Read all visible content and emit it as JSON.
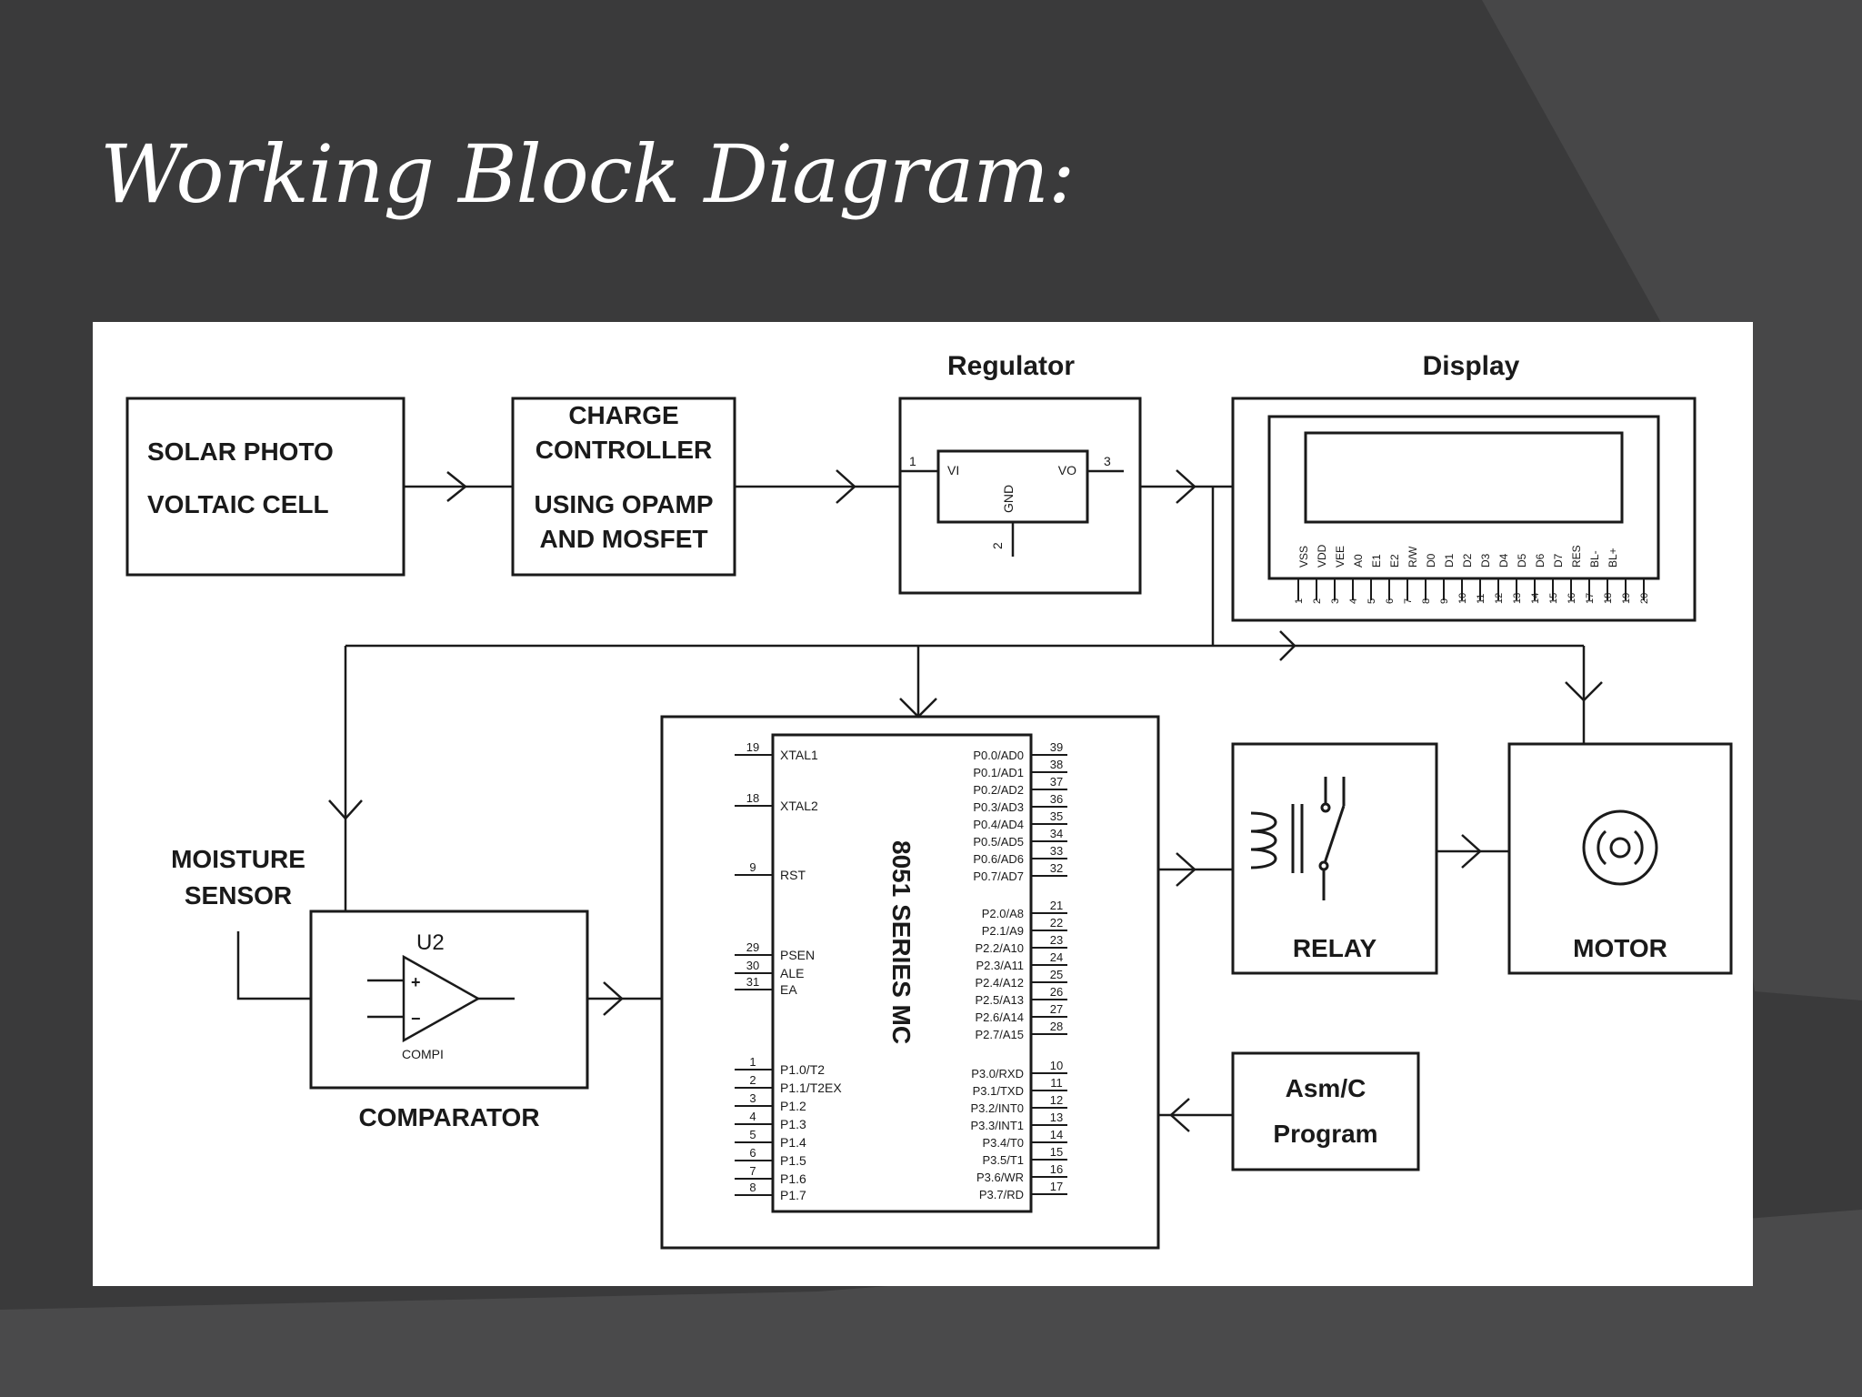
{
  "slide": {
    "title": "Working Block Diagram:",
    "colors": {
      "background": "#3a3a3b",
      "band": "#4a4a4b",
      "panel": "#ffffff",
      "ink": "#1a1a1a",
      "title": "#ffffff"
    }
  },
  "blocks": {
    "solar": {
      "line1": "SOLAR PHOTO",
      "line2": "VOLTAIC CELL"
    },
    "charge": {
      "line1": "CHARGE",
      "line2": "CONTROLLER",
      "line3": "USING OPAMP",
      "line4": "AND MOSFET"
    },
    "regulator": {
      "label": "Regulator",
      "vi": "VI",
      "vo": "VO",
      "gnd": "GND",
      "pin_in": "1",
      "pin_out": "3",
      "pin_gnd": "2"
    },
    "display": {
      "label": "Display",
      "pins": [
        "VSS",
        "VDD",
        "VEE",
        "A0",
        "E1",
        "E2",
        "R/W",
        "D0",
        "D1",
        "D2",
        "D3",
        "D4",
        "D5",
        "D6",
        "D7",
        "RES",
        "BL-",
        "BL+"
      ],
      "pin_numbers": [
        "1",
        "2",
        "3",
        "4",
        "5",
        "6",
        "7",
        "8",
        "9",
        "10",
        "11",
        "12",
        "13",
        "14",
        "15",
        "16",
        "17",
        "18",
        "19",
        "20"
      ]
    },
    "moisture": {
      "line1": "MOISTURE",
      "line2": "SENSOR"
    },
    "comparator": {
      "label": "COMPARATOR",
      "ref": "U2",
      "part": "COMPI",
      "plus": "+",
      "minus": "−"
    },
    "mcu": {
      "label": "8051 SERIES MC",
      "left_pins": [
        {
          "num": "19",
          "name": "XTAL1"
        },
        {
          "num": "18",
          "name": "XTAL2"
        },
        {
          "num": "9",
          "name": "RST"
        },
        {
          "num": "29",
          "name": "PSEN"
        },
        {
          "num": "30",
          "name": "ALE"
        },
        {
          "num": "31",
          "name": "EA"
        },
        {
          "num": "1",
          "name": "P1.0/T2"
        },
        {
          "num": "2",
          "name": "P1.1/T2EX"
        },
        {
          "num": "3",
          "name": "P1.2"
        },
        {
          "num": "4",
          "name": "P1.3"
        },
        {
          "num": "5",
          "name": "P1.4"
        },
        {
          "num": "6",
          "name": "P1.5"
        },
        {
          "num": "7",
          "name": "P1.6"
        },
        {
          "num": "8",
          "name": "P1.7"
        }
      ],
      "right_pins": [
        {
          "num": "39",
          "name": "P0.0/AD0"
        },
        {
          "num": "38",
          "name": "P0.1/AD1"
        },
        {
          "num": "37",
          "name": "P0.2/AD2"
        },
        {
          "num": "36",
          "name": "P0.3/AD3"
        },
        {
          "num": "35",
          "name": "P0.4/AD4"
        },
        {
          "num": "34",
          "name": "P0.5/AD5"
        },
        {
          "num": "33",
          "name": "P0.6/AD6"
        },
        {
          "num": "32",
          "name": "P0.7/AD7"
        },
        {
          "num": "21",
          "name": "P2.0/A8"
        },
        {
          "num": "22",
          "name": "P2.1/A9"
        },
        {
          "num": "23",
          "name": "P2.2/A10"
        },
        {
          "num": "24",
          "name": "P2.3/A11"
        },
        {
          "num": "25",
          "name": "P2.4/A12"
        },
        {
          "num": "26",
          "name": "P2.5/A13"
        },
        {
          "num": "27",
          "name": "P2.6/A14"
        },
        {
          "num": "28",
          "name": "P2.7/A15"
        },
        {
          "num": "10",
          "name": "P3.0/RXD"
        },
        {
          "num": "11",
          "name": "P3.1/TXD"
        },
        {
          "num": "12",
          "name": "P3.2/INT0"
        },
        {
          "num": "13",
          "name": "P3.3/INT1"
        },
        {
          "num": "14",
          "name": "P3.4/T0"
        },
        {
          "num": "15",
          "name": "P3.5/T1"
        },
        {
          "num": "16",
          "name": "P3.6/WR"
        },
        {
          "num": "17",
          "name": "P3.7/RD"
        }
      ]
    },
    "relay": {
      "label": "RELAY"
    },
    "motor": {
      "label": "MOTOR"
    },
    "program": {
      "line1": "Asm/C",
      "line2": "Program"
    }
  }
}
